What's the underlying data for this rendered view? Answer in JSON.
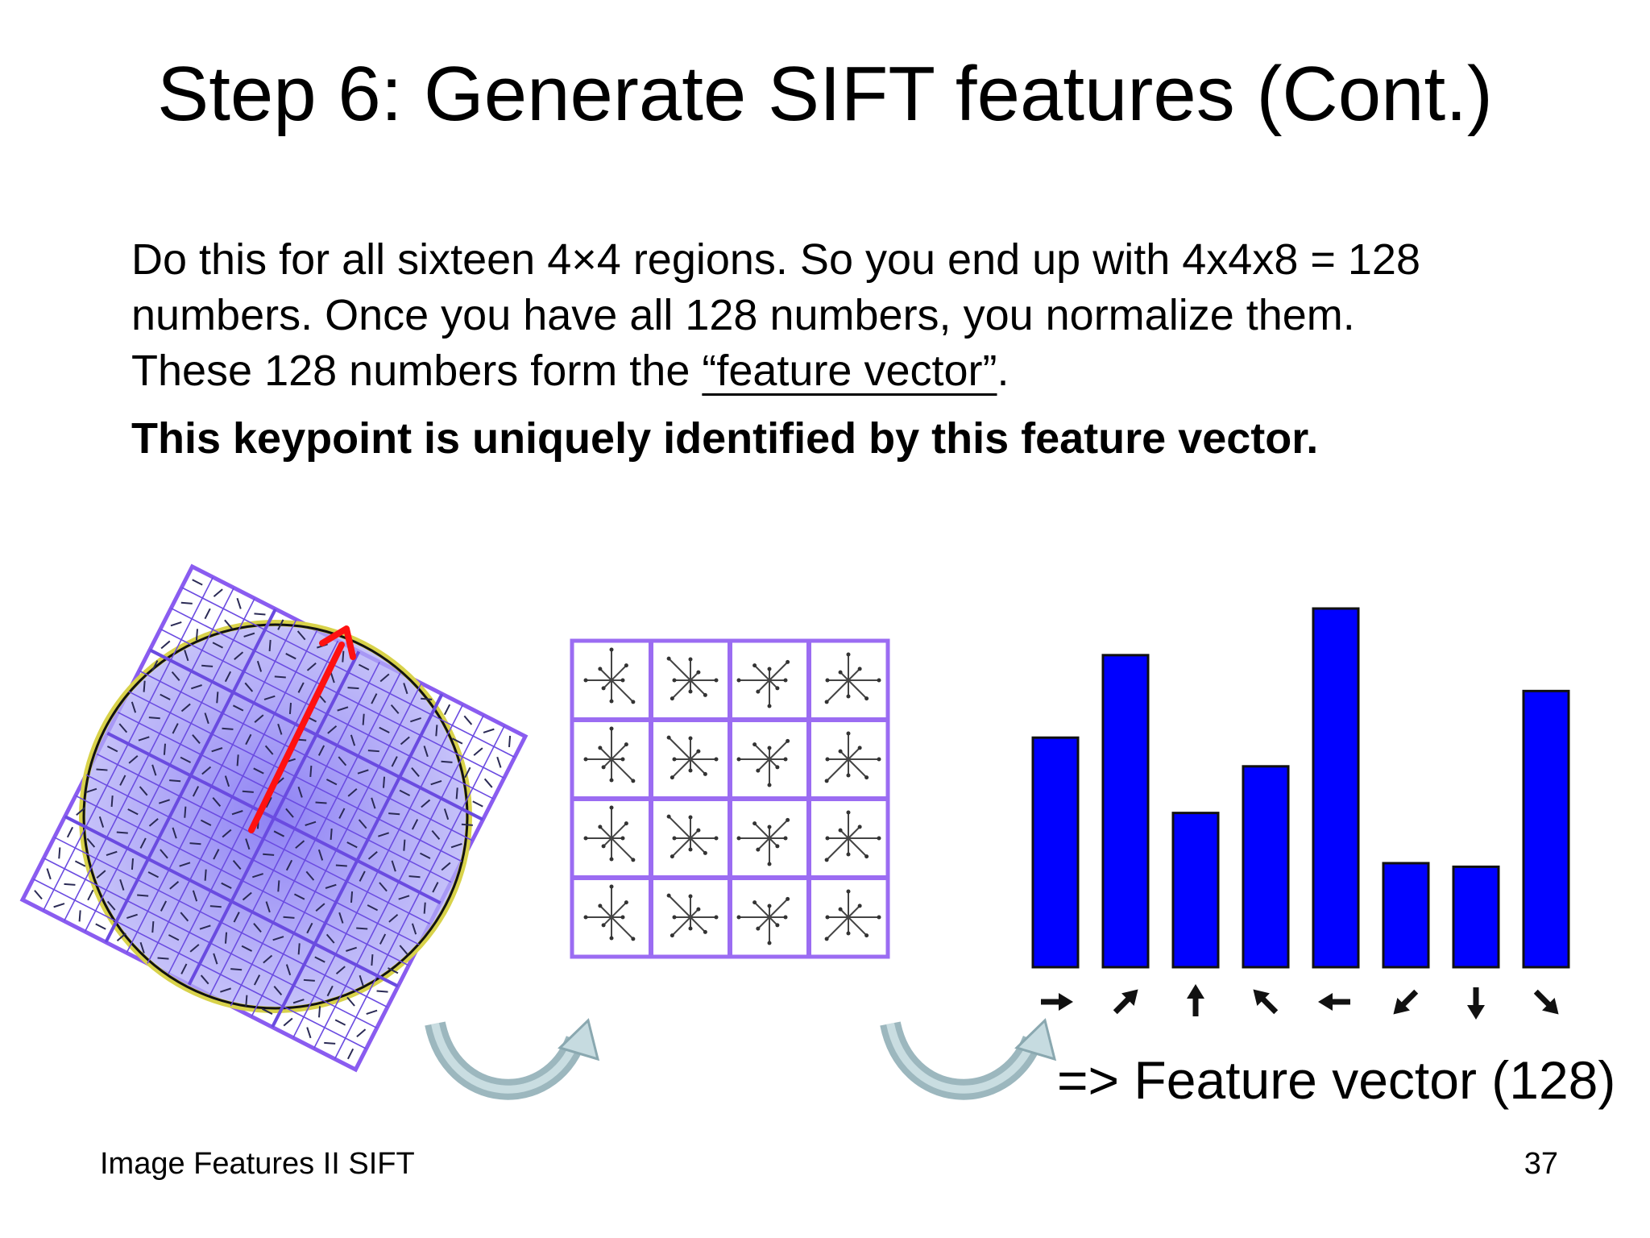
{
  "slide": {
    "title": "Step 6: Generate SIFT features (Cont.)",
    "paragraph": {
      "line1": "Do this for all sixteen 4×4 regions. So you end up with 4x4x8 = 128",
      "line2": "numbers. Once you have all 128 numbers, you normalize them.",
      "line3_before": "These 128 numbers form the ",
      "line3_link": "“feature vector”",
      "line3_after": "."
    },
    "bold_statement": "This keypoint is uniquely identified by this feature vector.",
    "feature_vector_label": "=> Feature vector (128)",
    "footer_left": "Image Features II SIFT",
    "page_number": "37"
  },
  "histogram": {
    "values": [
      0.64,
      0.87,
      0.43,
      0.56,
      1.0,
      0.29,
      0.28,
      0.77
    ],
    "directions": [
      "right",
      "up-right",
      "up",
      "up-left",
      "left",
      "down-left",
      "down",
      "down-right"
    ],
    "bar_color": "#0000ff"
  },
  "colors": {
    "grid_purple": "#8a5cf0",
    "keypoint_arrow": "#ff1111",
    "curve_arrow": "#8fb0b8"
  }
}
